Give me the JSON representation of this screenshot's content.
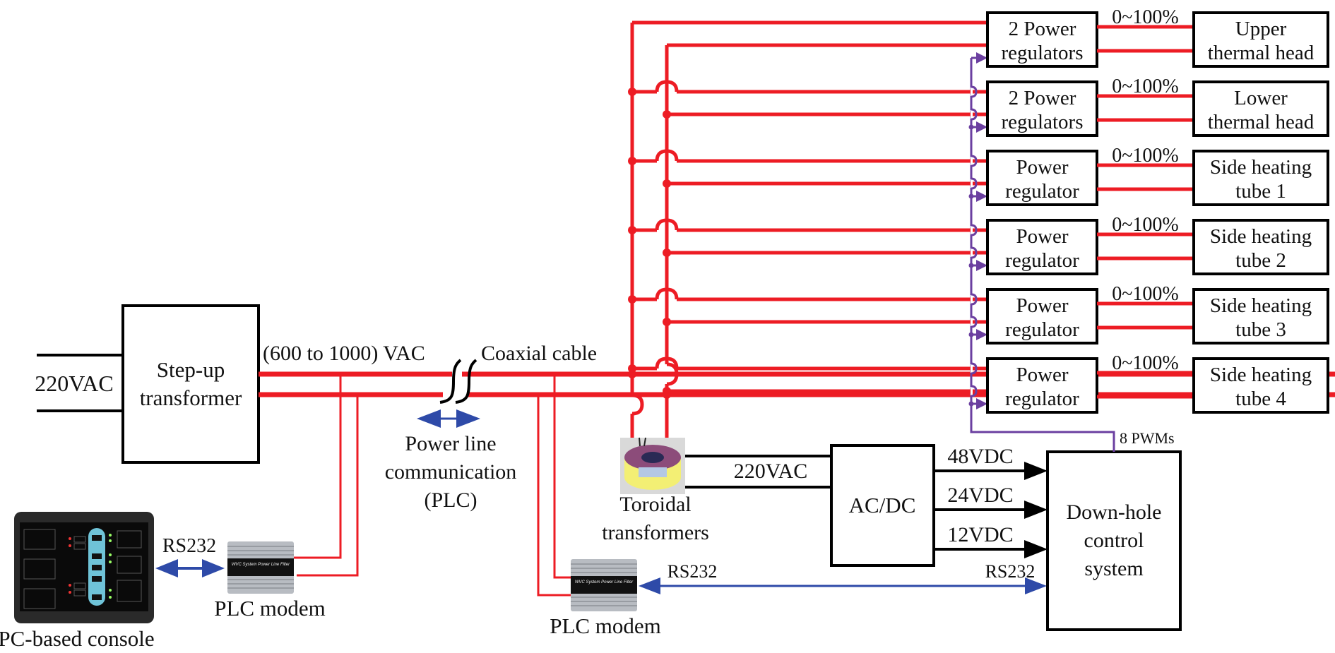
{
  "colors": {
    "power_line": "#ed1c24",
    "signal_line": "#2e4aa8",
    "pwm_line": "#6b3fa0",
    "wire": "#000000"
  },
  "input": {
    "voltage_label": "220VAC"
  },
  "step_up": {
    "line1": "Step-up",
    "line2": "transformer"
  },
  "bus": {
    "voltage_label": "(600 to 1000) VAC",
    "cable_label": "Coaxial cable"
  },
  "plc": {
    "line1": "Power line",
    "line2": "communication",
    "line3": "(PLC)"
  },
  "console": {
    "label": "PC-based console",
    "icon": "monitor-icon"
  },
  "surface_link": {
    "label": "RS232"
  },
  "surface_modem": {
    "label": "PLC modem",
    "icon": "modem-icon",
    "device_text": "WVC System Power Line Filter"
  },
  "downhole_modem": {
    "label": "PLC modem",
    "icon": "modem-icon",
    "device_text": "WVC System Power Line Filter"
  },
  "toroidal": {
    "line1": "Toroidal",
    "line2": "transformers",
    "icon": "toroid-icon",
    "output_label": "220VAC"
  },
  "acdc": {
    "label": "AC/DC",
    "outputs": [
      "48VDC",
      "24VDC",
      "12VDC"
    ]
  },
  "control": {
    "line1": "Down-hole",
    "line2": "control",
    "line3": "system",
    "pwm_label": "8 PWMs",
    "rs232_left": "RS232",
    "rs232_right": "RS232"
  },
  "channels": [
    {
      "regulator": [
        "2 Power",
        "regulators"
      ],
      "range": "0~100%",
      "load": [
        "Upper",
        "thermal head"
      ]
    },
    {
      "regulator": [
        "2 Power",
        "regulators"
      ],
      "range": "0~100%",
      "load": [
        "Lower",
        "thermal head"
      ]
    },
    {
      "regulator": [
        "Power",
        "regulator"
      ],
      "range": "0~100%",
      "load": [
        "Side heating",
        "tube 1"
      ]
    },
    {
      "regulator": [
        "Power",
        "regulator"
      ],
      "range": "0~100%",
      "load": [
        "Side heating",
        "tube 2"
      ]
    },
    {
      "regulator": [
        "Power",
        "regulator"
      ],
      "range": "0~100%",
      "load": [
        "Side heating",
        "tube 3"
      ]
    },
    {
      "regulator": [
        "Power",
        "regulator"
      ],
      "range": "0~100%",
      "load": [
        "Side heating",
        "tube 4"
      ]
    }
  ]
}
